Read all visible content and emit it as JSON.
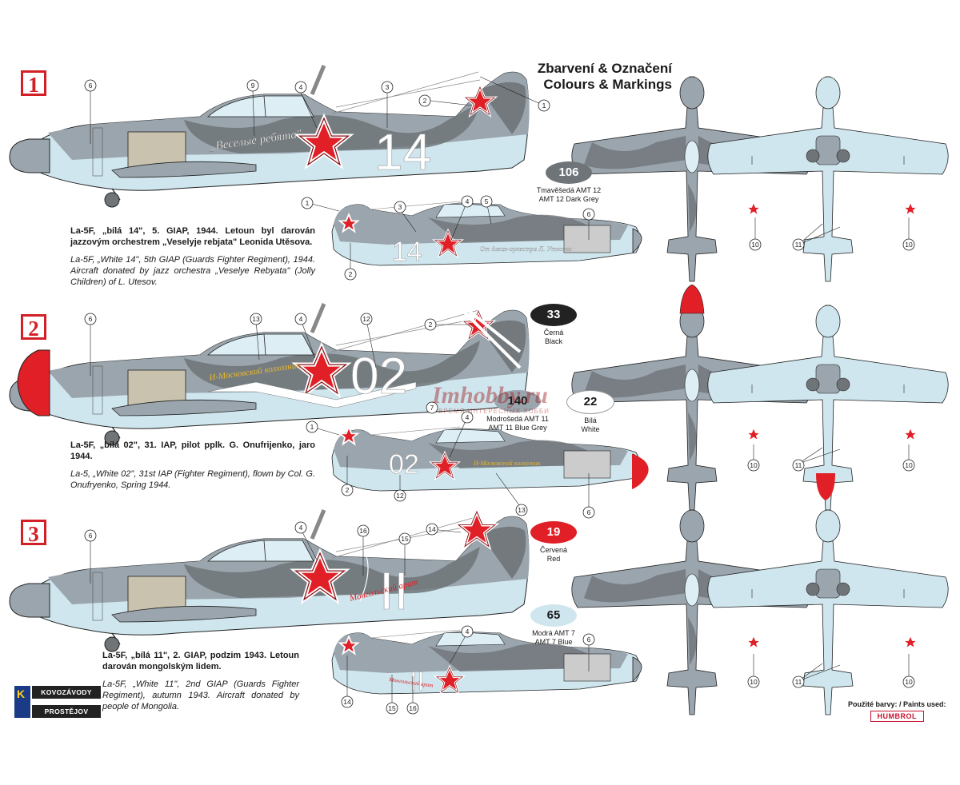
{
  "title": {
    "cz": "Zbarvení & Označení",
    "en": "Colours & Markings"
  },
  "schemes": [
    {
      "number": "1",
      "cz": "La-5F, „bílá 14\", 5. GIAP, 1944. Letoun byl darován jazzovým orchestrem „Veselyje rebjata\" Leonida Utěsova.",
      "en": "La-5F, „White 14\", 5th GIAP (Guards Fighter Regiment), 1944. Aircraft donated by jazz orchestra „Veselye Rebyata\" (Jolly Children) of L. Utesov.",
      "tail": "14",
      "tail_small": "14",
      "inscription_big": "„Веселые ребята\"",
      "inscription_small": "От джаз-оркестра Л. Утесова"
    },
    {
      "number": "2",
      "cz": "La-5F, „bílá 02\", 31. IAP, pilot pplk. G. Onufrijenko, jaro 1944.",
      "en": "La-5, „White 02\", 31st IAP (Fighter Regiment), flown by Col. G. Onufryenko, Spring 1944.",
      "tail": "02",
      "tail_small": "02",
      "inscription_big": "И-Московский колхозник",
      "inscription_small": "И-Московский колхозник"
    },
    {
      "number": "3",
      "cz": "La-5F, „bílá 11\", 2. GIAP, podzim 1943. Letoun darován mongolským lidem.",
      "en": "La-5F, „White 11\", 2nd GIAP (Guards Fighter Regiment), autumn 1943. Aircraft donated by people of Mongolia.",
      "tail": "II",
      "tail_small": "II",
      "inscription_big": "Монгольский арат",
      "inscription_small": "Монгольский арат"
    }
  ],
  "paints": [
    {
      "code": "106",
      "cz": "Tmavěšedá AMT 12",
      "en": "AMT 12 Dark Grey",
      "color": "#6f7478",
      "text_color": "#ffffff"
    },
    {
      "code": "33",
      "cz": "Černá",
      "en": "Black",
      "color": "#222222",
      "text_color": "#ffffff"
    },
    {
      "code": "140",
      "cz": "Modrošedá AMT 11",
      "en": "AMT 11 Blue Grey",
      "color": "#9aa5ad",
      "text_color": "#1a1a1a"
    },
    {
      "code": "22",
      "cz": "Bílá",
      "en": "White",
      "color": "#ffffff",
      "text_color": "#1a1a1a"
    },
    {
      "code": "19",
      "cz": "Červená",
      "en": "Red",
      "color": "#e01f26",
      "text_color": "#ffffff"
    },
    {
      "code": "65",
      "cz": "Modrá AMT 7",
      "en": "AMT 7 Blue",
      "color": "#cfe6ee",
      "text_color": "#1a1a1a"
    }
  ],
  "colors": {
    "dark_grey": "#6f7478",
    "blue_grey": "#9aa5ad",
    "light_blue": "#cfe6ee",
    "red": "#e01f26",
    "accent": "#d32027"
  },
  "watermark": {
    "main": "Imhobby.ru",
    "sub": "ВРЕМЯ ИНТЕРЕСНЫХ ХОББИ"
  },
  "logo": {
    "letter": "K",
    "top": "KOVOZÁVODY",
    "bottom": "PROSTĚJOV"
  },
  "paints_used": {
    "label": "Použité barvy: / Paints used:",
    "brand": "HUMBROL"
  },
  "callout_numbers": [
    "1",
    "2",
    "3",
    "4",
    "5",
    "6",
    "7",
    "9",
    "10",
    "11",
    "12",
    "13",
    "14",
    "15",
    "16"
  ]
}
